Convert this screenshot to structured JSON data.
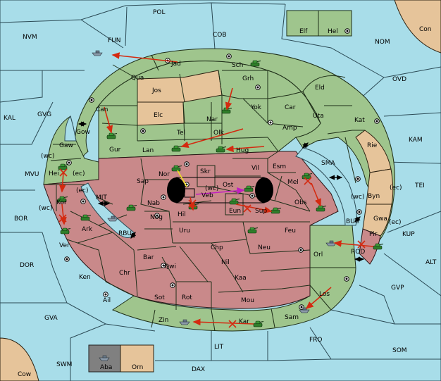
{
  "map": {
    "colors": {
      "sea": "#a8dde9",
      "player_green": "#9fc58d",
      "player_red": "#c9898a",
      "neutral_tan": "#e6c49a",
      "player_grey": "#808080",
      "move_arrow": "#d42a10",
      "support_arrow": "#c020c0",
      "convoy_line": "#f0e020",
      "cut_mark": "#d42a10",
      "army_icon": "#2f7d2a"
    },
    "sea_labels": [
      "POL",
      "NVM",
      "FUN",
      "COB",
      "NOM",
      "KAL",
      "GVG",
      "OVD",
      "KAM",
      "MVU",
      "SMA",
      "TEI",
      "BOR",
      "MIT",
      "RBU",
      "BUC",
      "KUP",
      "DOR",
      "ROD",
      "ALT",
      "GVP",
      "GVA",
      "FRO",
      "SOM",
      "LIT",
      "SWM",
      "DAX"
    ],
    "land_labels": [
      "Elf",
      "Hel",
      "Con",
      "Jad",
      "Sch",
      "Qua",
      "Jos",
      "Grh",
      "Eld",
      "Can",
      "Elc",
      "Nar",
      "Yok",
      "Car",
      "Uta",
      "Kat",
      "Gow",
      "Gur",
      "Tel",
      "Olk",
      "Amp",
      "Rie",
      "Gaw",
      "Lan",
      "Hug",
      "Esm",
      "Byn",
      "Hei",
      "Sap",
      "Nor",
      "Skr",
      "Vil",
      "Mel",
      "Kor",
      "Nab",
      "Ost",
      "Veb",
      "Obs",
      "Gwa",
      "Ark",
      "Hil",
      "Eun",
      "Sup",
      "Nog",
      "Pir",
      "Ver",
      "Uru",
      "Feu",
      "Bar",
      "Chp",
      "Neu",
      "Orl",
      "Qwi",
      "Nil",
      "Ken",
      "Chr",
      "Kaa",
      "Ail",
      "Sot",
      "Rot",
      "Mou",
      "Los",
      "Zin",
      "Kar",
      "Sam",
      "Aba",
      "Orn",
      "Cow"
    ],
    "coast_labels": [
      "(wc)",
      "(ec)",
      "(wc)",
      "(ec)",
      "(wc)",
      "(ec)",
      "(ec)",
      "(wc)"
    ]
  }
}
